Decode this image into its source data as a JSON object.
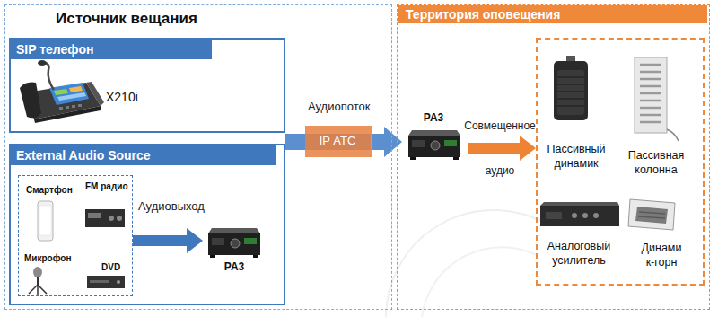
{
  "diagram": {
    "nodes": [
      {
        "text": [
          "Источник вещания"
        ]
      },
      {
        "text": [
          "SIP телефон",
          "X210i"
        ],
        "in": 0
      },
      {
        "text": [
          "External Audio Source"
        ],
        "in": 0
      },
      {
        "text": [
          "Смартфон",
          "FM радио",
          "Микрофон",
          "DVD"
        ],
        "in": 2
      },
      {
        "text": [
          "PA3"
        ],
        "in": 2
      },
      {
        "text": [
          "IP АТС"
        ],
        "in": 0
      },
      {
        "text": [
          "Территория оповещения"
        ]
      },
      {
        "text": [
          "PA3"
        ],
        "in": 6
      },
      {
        "text": [
          "Пассивный динамик",
          "Пассивная колонна",
          "Аналоговый усилитель",
          "Динами к-горн"
        ],
        "in": 6
      }
    ],
    "edges": [
      {
        "from": 3,
        "to": 4,
        "label": "Аудиовыход",
        "arrow": "to"
      },
      {
        "from": 5,
        "to": 7,
        "arrow": "to"
      },
      {
        "from": 7,
        "to": 8,
        "label": "Совмещенное аудио",
        "arrow": "to"
      }
    ],
    "labels": [
      "Аудиопоток"
    ]
  }
}
